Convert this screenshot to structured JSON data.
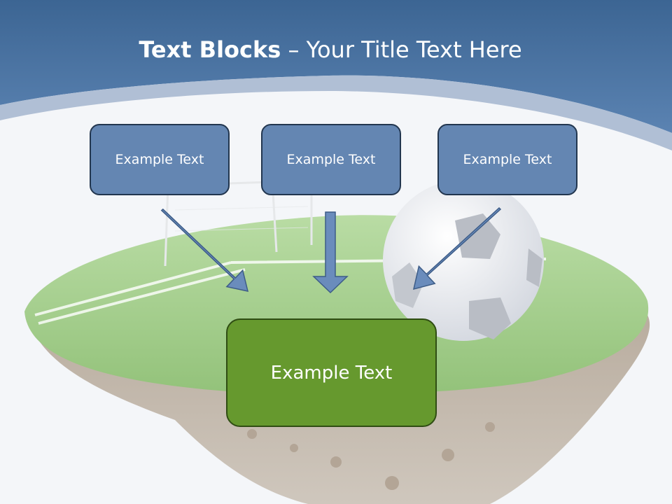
{
  "title": {
    "bold": "Text Blocks",
    "dash": " – ",
    "rest": "Your Title Text Here"
  },
  "boxes": {
    "top": [
      {
        "label": "Example Text"
      },
      {
        "label": "Example Text"
      },
      {
        "label": "Example Text"
      }
    ],
    "bottom": {
      "label": "Example Text"
    }
  },
  "colors": {
    "header": "#44709f",
    "top_box_fill": "#6486b2",
    "bottom_box_fill": "#66992e",
    "arrow_fill": "#6a8cbc"
  }
}
